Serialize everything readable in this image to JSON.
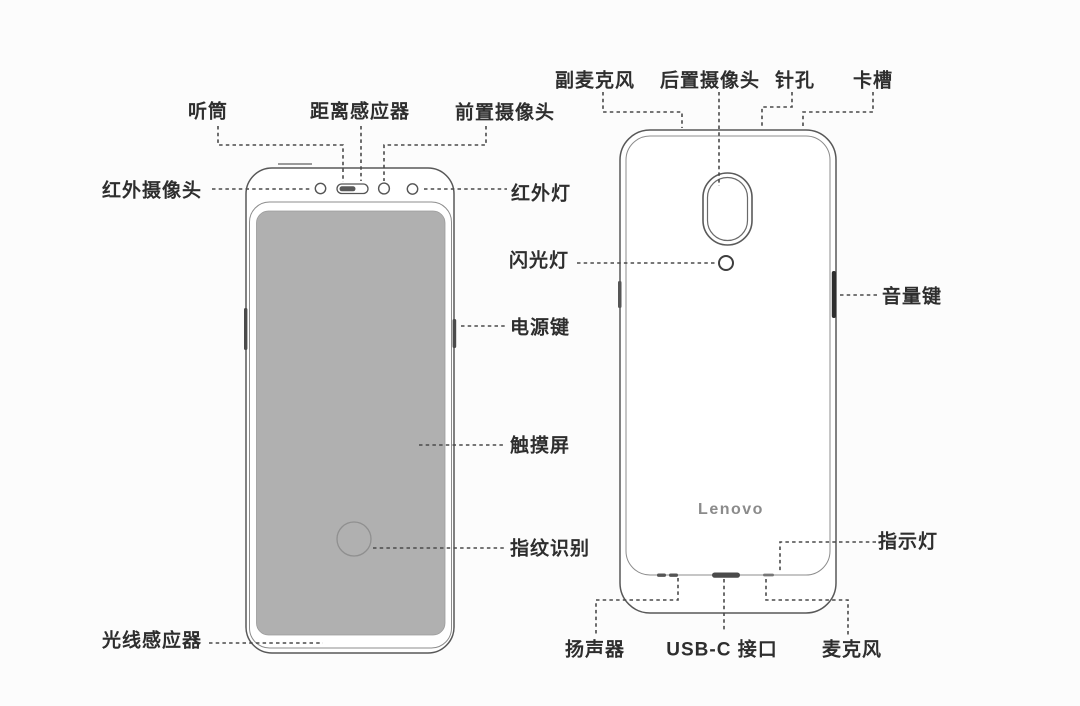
{
  "background_color": "#fcfcfc",
  "line_color": "#4a4a4a",
  "label_color": "#2e2e2e",
  "front_view": {
    "screen_color": "#b0b0b0",
    "labels": {
      "earpiece": "听筒",
      "proximity_sensor": "距离感应器",
      "front_camera": "前置摄像头",
      "infrared_camera": "红外摄像头",
      "infrared_light": "红外灯",
      "power_key": "电源键",
      "touch_screen": "触摸屏",
      "fingerprint_reader": "指纹识别",
      "light_sensor": "光线感应器"
    }
  },
  "back_view": {
    "logo": "Lenovo",
    "labels": {
      "secondary_microphone": "副麦克风",
      "rear_camera": "后置摄像头",
      "pinhole": "针孔",
      "card_slot": "卡槽",
      "flash": "闪光灯",
      "volume_key": "音量键",
      "indicator_light": "指示灯",
      "speaker": "扬声器",
      "usb_c_port": "USB-C 接口",
      "microphone": "麦克风"
    }
  }
}
